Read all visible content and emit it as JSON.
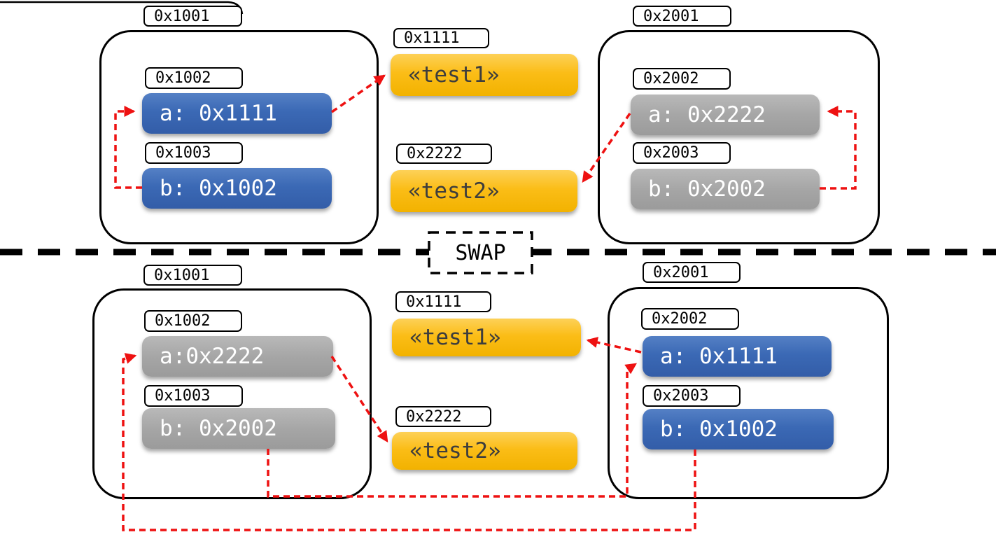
{
  "divider": {
    "label": "SWAP"
  },
  "colors": {
    "variable_blue": "#3b69b5",
    "variable_gray": "#a6a6a6",
    "string_yellow": "#fbbd17",
    "pointer_red": "#ee1111",
    "outline_black": "#000000"
  },
  "top": {
    "left_frame": {
      "address": "0x1001",
      "variables": [
        {
          "address": "0x1002",
          "text": "a: 0x1111"
        },
        {
          "address": "0x1003",
          "text": "b: 0x1002"
        }
      ]
    },
    "strings": [
      {
        "address": "0x1111",
        "text": "«test1»"
      },
      {
        "address": "0x2222",
        "text": "«test2»"
      }
    ],
    "right_frame": {
      "address": "0x2001",
      "variables": [
        {
          "address": "0x2002",
          "text": "a: 0x2222"
        },
        {
          "address": "0x2003",
          "text": "b: 0x2002"
        }
      ]
    }
  },
  "bottom": {
    "left_frame": {
      "address": "0x1001",
      "variables": [
        {
          "address": "0x1002",
          "text": "a:0x2222"
        },
        {
          "address": "0x1003",
          "text": "b: 0x2002"
        }
      ]
    },
    "strings": [
      {
        "address": "0x1111",
        "text": "«test1»"
      },
      {
        "address": "0x2222",
        "text": "«test2»"
      }
    ],
    "right_frame": {
      "address": "0x2001",
      "variables": [
        {
          "address": "0x2002",
          "text": "a: 0x1111"
        },
        {
          "address": "0x2003",
          "text": "b: 0x1002"
        }
      ]
    }
  }
}
